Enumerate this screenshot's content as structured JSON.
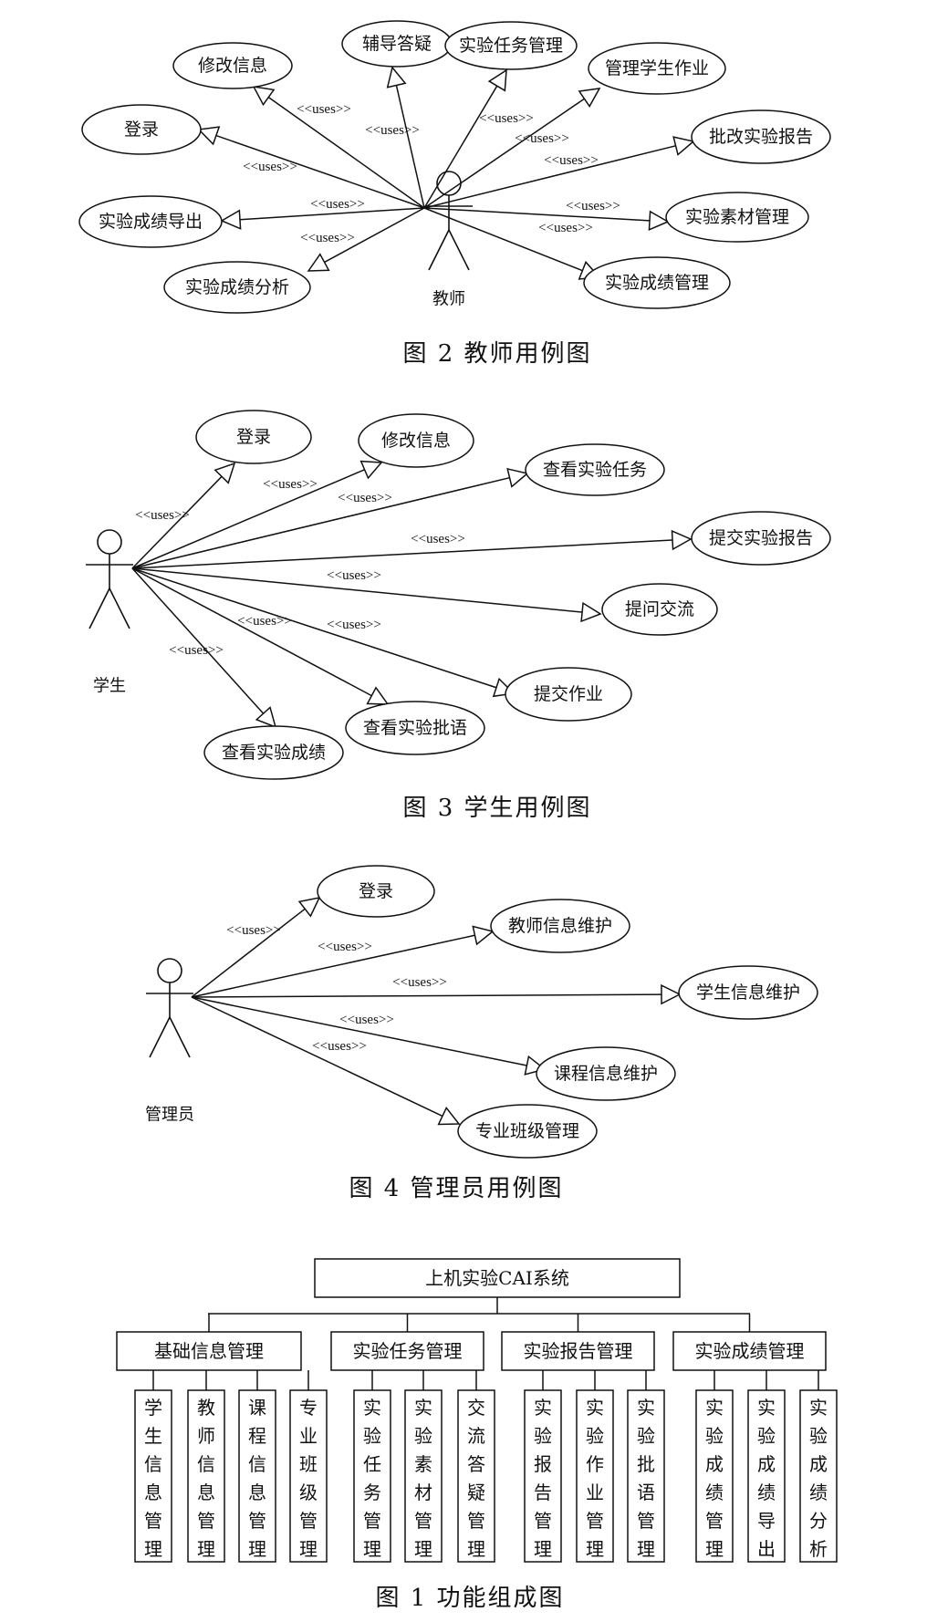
{
  "uses_label": "<<uses>>",
  "teacher": {
    "actor": "教师",
    "caption": "图 2 教师用例图",
    "use_cases": [
      "修改信息",
      "辅导答疑",
      "实验任务管理",
      "管理学生作业",
      "登录",
      "批改实验报告",
      "实验成绩导出",
      "实验素材管理",
      "实验成绩分析",
      "实验成绩管理"
    ]
  },
  "student": {
    "actor": "学生",
    "caption": "图 3 学生用例图",
    "use_cases": [
      "登录",
      "修改信息",
      "查看实验任务",
      "提交实验报告",
      "提问交流",
      "提交作业",
      "查看实验批语",
      "查看实验成绩"
    ]
  },
  "admin": {
    "actor": "管理员",
    "caption": "图 4 管理员用例图",
    "use_cases": [
      "登录",
      "教师信息维护",
      "学生信息维护",
      "课程信息维护",
      "专业班级管理"
    ]
  },
  "function_chart": {
    "root": "上机实验CAI系统",
    "caption": "图 1 功能组成图",
    "groups": [
      {
        "name": "基础信息管理",
        "items": [
          "学生信息管理",
          "教师信息管理",
          "课程信息管理",
          "专业班级管理"
        ]
      },
      {
        "name": "实验任务管理",
        "items": [
          "实验任务管理",
          "实验素材管理",
          "交流答疑管理"
        ]
      },
      {
        "name": "实验报告管理",
        "items": [
          "实验报告管理",
          "实验作业管理",
          "实验批语管理"
        ]
      },
      {
        "name": "实验成绩管理",
        "items": [
          "实验成绩管理",
          "实验成绩导出",
          "实验成绩分析"
        ]
      }
    ]
  }
}
